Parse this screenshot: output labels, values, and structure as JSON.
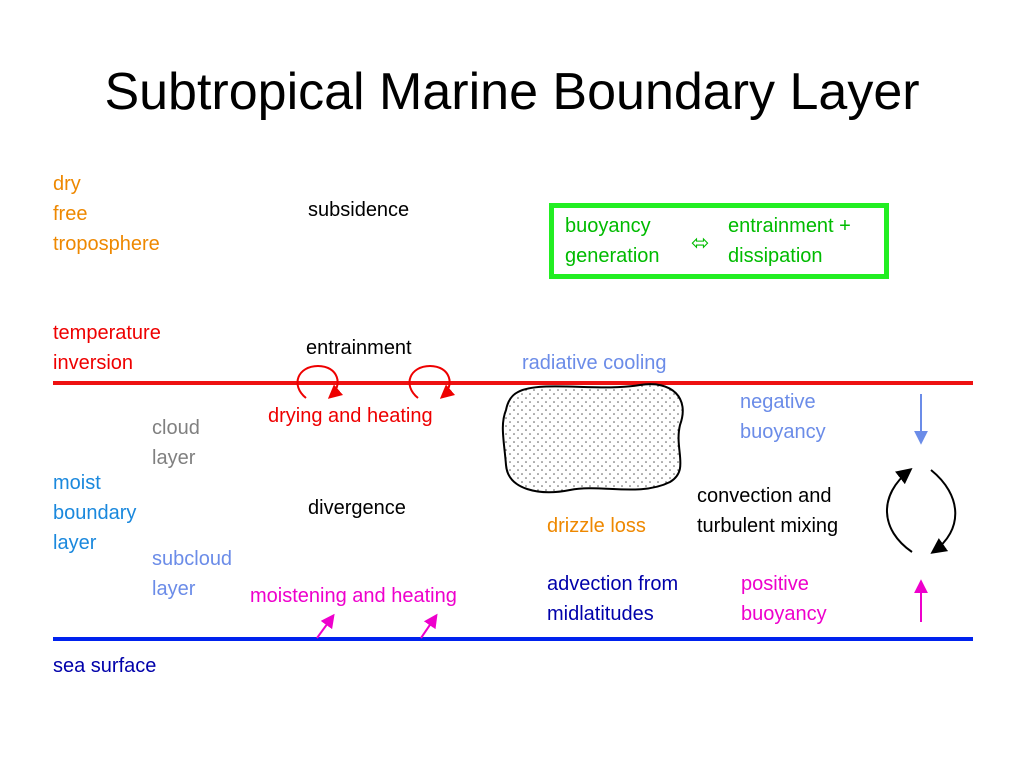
{
  "title": "Subtropical Marine Boundary Layer",
  "colors": {
    "orange": "#ee8800",
    "red": "#ee0000",
    "gray": "#808080",
    "blue_text": "#1a88dd",
    "light_blue": "#6b8ce8",
    "navy": "#0000aa",
    "magenta": "#ee00cc",
    "green": "#22ee22",
    "green_text": "#00bb00",
    "inversion_line": "#ee1111",
    "surface_line": "#0022ee"
  },
  "left_labels": {
    "dry_free_troposphere": [
      "dry",
      "free",
      "troposphere"
    ],
    "temperature_inversion": [
      "temperature",
      "inversion"
    ],
    "cloud_layer": [
      "cloud",
      "layer"
    ],
    "moist_boundary_layer": [
      "moist",
      "boundary",
      "layer"
    ],
    "subcloud_layer": [
      "subcloud",
      "layer"
    ],
    "sea_surface": "sea surface"
  },
  "processes": {
    "subsidence": "subsidence",
    "entrainment": "entrainment",
    "drying_and_heating": "drying and heating",
    "divergence": "divergence",
    "moistening_and_heating": "moistening and heating",
    "radiative_cooling": "radiative cooling",
    "drizzle_loss": "drizzle loss",
    "advection": [
      "advection from",
      "midlatitudes"
    ],
    "negative_buoyancy": [
      "negative",
      "buoyancy"
    ],
    "convection": [
      "convection and",
      "turbulent mixing"
    ],
    "positive_buoyancy": [
      "positive",
      "buoyancy"
    ]
  },
  "balance_box": {
    "left": [
      "buoyancy",
      "generation"
    ],
    "symbol": "⬄",
    "right": [
      "entrainment +",
      "dissipation"
    ]
  },
  "icons": [
    "entrainment-loop-icon",
    "cloud-icon",
    "up-arrow-icon",
    "down-arrow-icon",
    "convection-cycle-icon"
  ]
}
